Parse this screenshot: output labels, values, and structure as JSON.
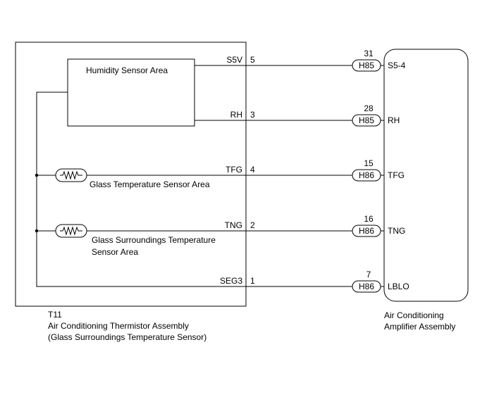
{
  "thermistor_assembly": {
    "code": "T11",
    "name": "Air Conditioning Thermistor Assembly",
    "subtitle": "(Glass Surroundings Temperature Sensor)"
  },
  "humidity_sensor": {
    "label": "Humidity Sensor Area"
  },
  "glass_temp_sensor": {
    "label": "Glass Temperature Sensor Area"
  },
  "glass_surround_sensor": {
    "label_line1": "Glass Surroundings Temperature",
    "label_line2": "Sensor Area"
  },
  "amplifier": {
    "name_line1": "Air Conditioning",
    "name_line2": "Amplifier Assembly"
  },
  "wires": [
    {
      "signal": "S5V",
      "pin": "5",
      "connector": "H85",
      "amp_pin": "31",
      "amp_terminal": "S5-4"
    },
    {
      "signal": "RH",
      "pin": "3",
      "connector": "H85",
      "amp_pin": "28",
      "amp_terminal": "RH"
    },
    {
      "signal": "TFG",
      "pin": "4",
      "connector": "H86",
      "amp_pin": "15",
      "amp_terminal": "TFG"
    },
    {
      "signal": "TNG",
      "pin": "2",
      "connector": "H86",
      "amp_pin": "16",
      "amp_terminal": "TNG"
    },
    {
      "signal": "SEG3",
      "pin": "1",
      "connector": "H86",
      "amp_pin": "7",
      "amp_terminal": "LBLO"
    }
  ]
}
